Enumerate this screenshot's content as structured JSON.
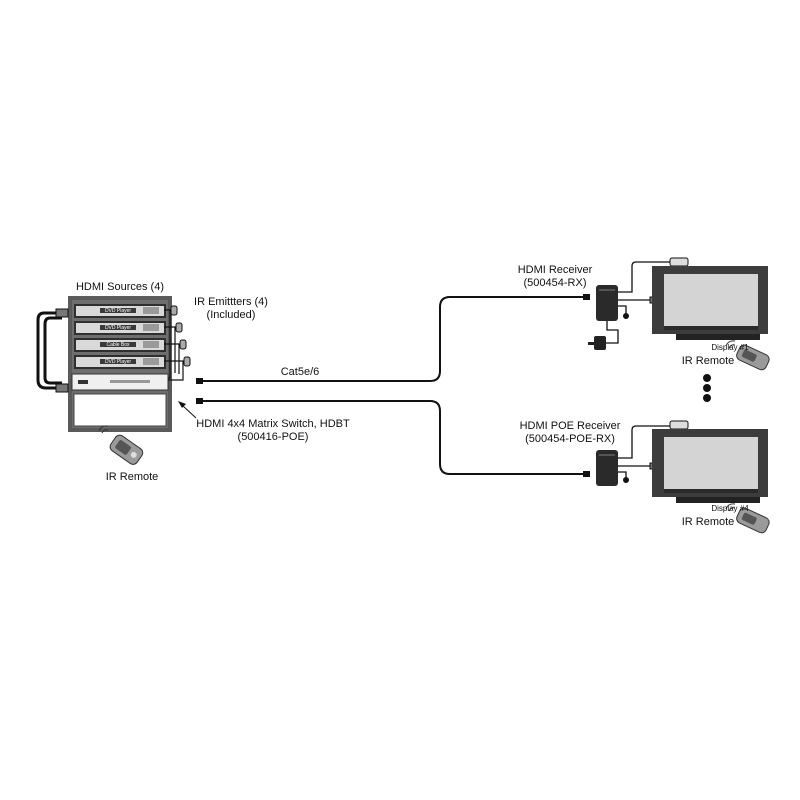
{
  "labels": {
    "sources_title": "HDMI Sources (4)",
    "emitters_line1": "IR Emittters (4)",
    "emitters_line2": "(Included)",
    "cable": "Cat5e/6",
    "switch_line1": "HDMI 4x4 Matrix Switch,  HDBT",
    "switch_line2": "(500416-POE)",
    "remote_left": "IR Remote",
    "receiver1_line1": "HDMI Receiver",
    "receiver1_line2": "(500454-RX)",
    "receiver2_line1": "HDMI POE Receiver",
    "receiver2_line2": "(500454-POE-RX)",
    "display1": "Display #1",
    "display4": "Display #4",
    "remote_right1": "IR Remote",
    "remote_right2": "IR Remote"
  },
  "sources": [
    {
      "label": "DVD Player"
    },
    {
      "label": "DVD Player"
    },
    {
      "label": "Cable Box"
    },
    {
      "label": "DVD Player"
    }
  ],
  "colors": {
    "ink": "#111111",
    "rack": "#5a5a5a",
    "panel": "#3a3a3a",
    "screen": "#d4d4d4",
    "bezel": "#3c3c3c",
    "remote": "#9a9a9a"
  }
}
